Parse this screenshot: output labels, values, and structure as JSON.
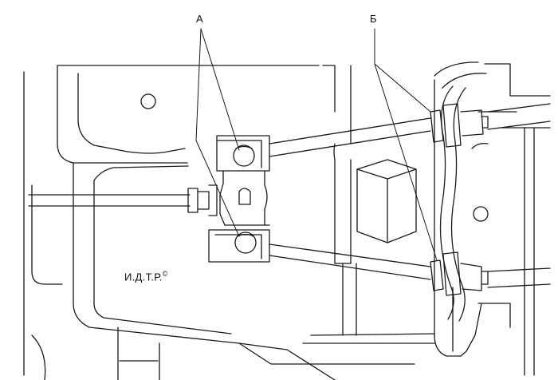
{
  "labels": {
    "callout_a": "А",
    "callout_b": "Б"
  },
  "watermark": {
    "text": "И.Д.Т.Р.",
    "mark": "©"
  }
}
